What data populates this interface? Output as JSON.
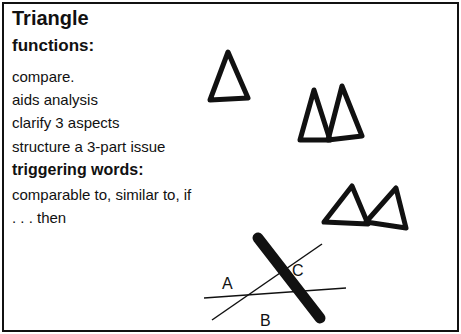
{
  "diagram": {
    "title": "Triangle",
    "nodes": [
      {
        "text": [
          "functions:",
          "compare.",
          "aids analysis",
          "clarify 3 aspects",
          "structure a 3-part issue",
          "triggering words:",
          "comparable to, similar to, if . . . then"
        ]
      }
    ],
    "labels": [
      "A",
      "C",
      "B"
    ]
  }
}
